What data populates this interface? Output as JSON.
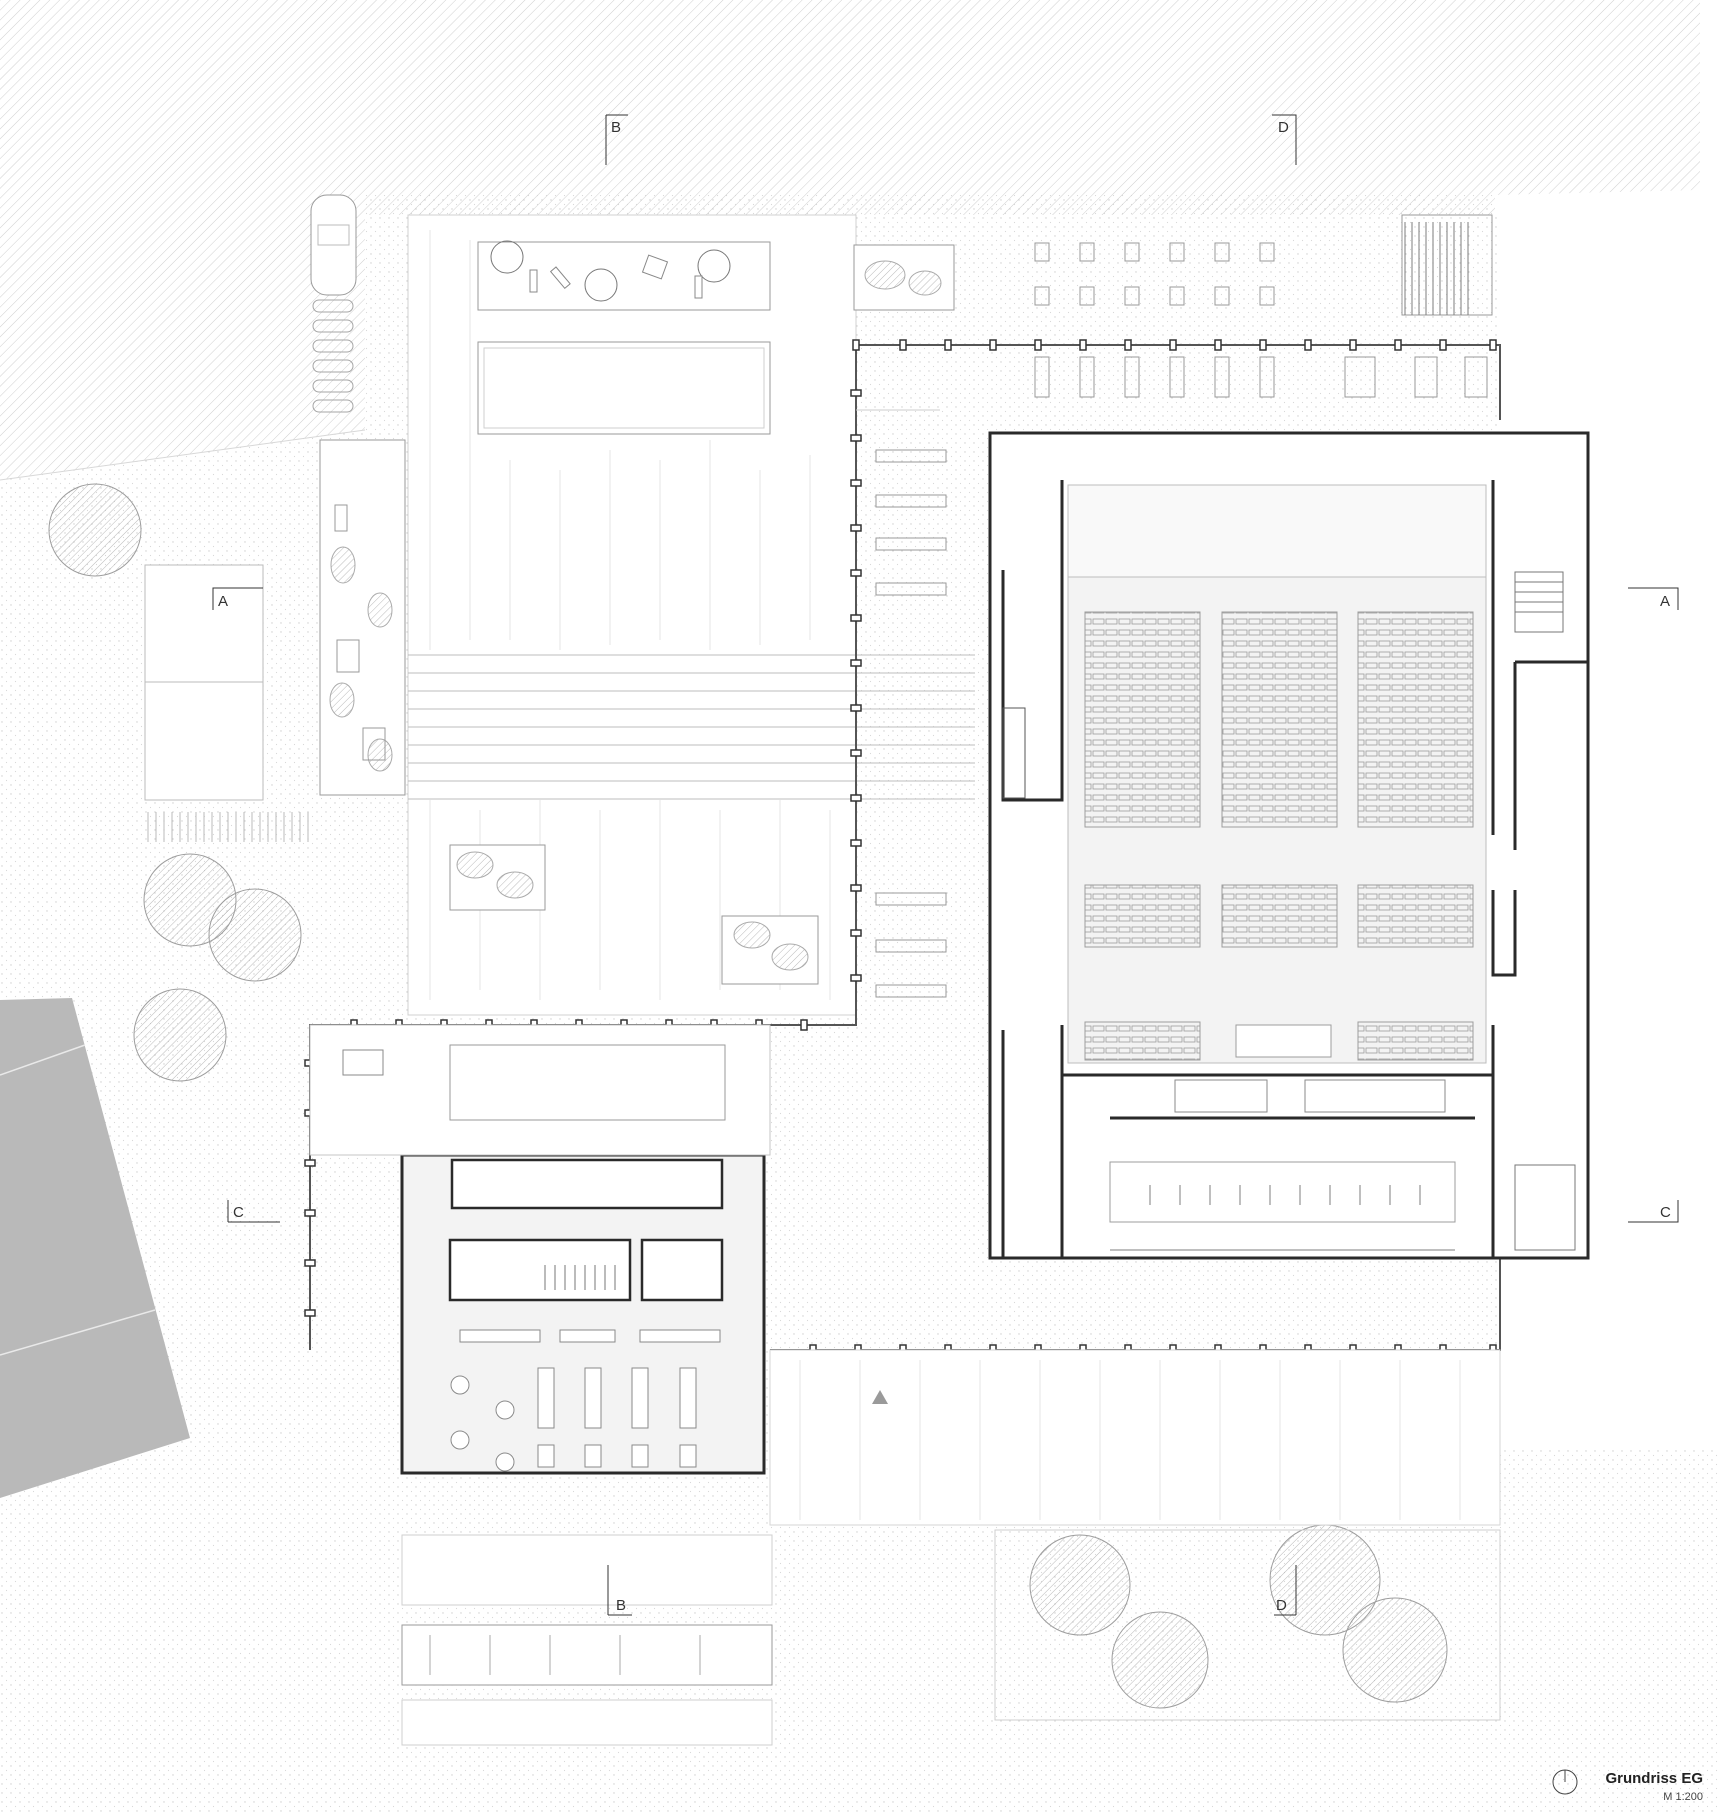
{
  "plan": {
    "title": "Grundriss EG",
    "scale": "M 1:200"
  },
  "section_markers": {
    "a_left": "A",
    "a_right": "A",
    "b_top": "B",
    "b_bottom": "B",
    "c_left": "C",
    "c_right": "C",
    "d_top": "D",
    "d_bottom": "D"
  },
  "colors": {
    "wall": "#2a2a2a",
    "hatch": "#cfcfcf",
    "floor": "#f3f3f3",
    "neighbor_roof": "#b9b9b9",
    "fine_line": "#9a9a9a"
  },
  "icons": [
    "north-arrow-icon",
    "entrance-arrow-icon",
    "tree-icon",
    "umbrella-icon"
  ]
}
